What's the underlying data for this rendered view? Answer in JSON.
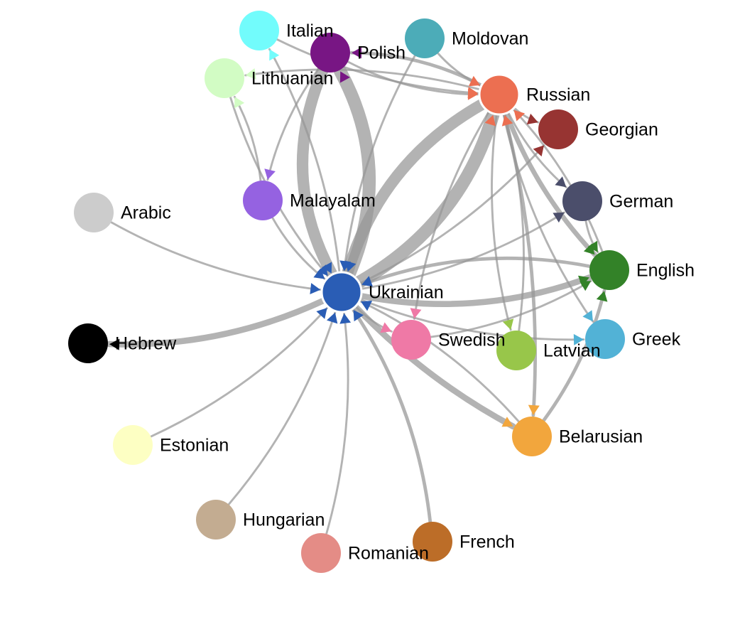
{
  "nodes": [
    {
      "id": "ukrainian",
      "label": "Ukrainian",
      "color": "#2a5db5",
      "outline": true
    },
    {
      "id": "russian",
      "label": "Russian",
      "color": "#ec6f51",
      "outline": true
    },
    {
      "id": "polish",
      "label": "Polish",
      "color": "#781684"
    },
    {
      "id": "italian",
      "label": "Italian",
      "color": "#72fcfc"
    },
    {
      "id": "lithuanian",
      "label": "Lithuanian",
      "color": "#d2fcc4"
    },
    {
      "id": "moldovan",
      "label": "Moldovan",
      "color": "#4cacb8"
    },
    {
      "id": "georgian",
      "label": "Georgian",
      "color": "#973432"
    },
    {
      "id": "german",
      "label": "German",
      "color": "#4b4e6b"
    },
    {
      "id": "english",
      "label": "English",
      "color": "#338228"
    },
    {
      "id": "greek",
      "label": "Greek",
      "color": "#52b2d6"
    },
    {
      "id": "latvian",
      "label": "Latvian",
      "color": "#98c64a"
    },
    {
      "id": "swedish",
      "label": "Swedish",
      "color": "#ef79a6"
    },
    {
      "id": "belarusian",
      "label": "Belarusian",
      "color": "#f2a63d"
    },
    {
      "id": "french",
      "label": "French",
      "color": "#bc6d28"
    },
    {
      "id": "romanian",
      "label": "Romanian",
      "color": "#e48c86"
    },
    {
      "id": "hungarian",
      "label": "Hungarian",
      "color": "#c3ac91"
    },
    {
      "id": "estonian",
      "label": "Estonian",
      "color": "#fdffc3"
    },
    {
      "id": "hebrew",
      "label": "Hebrew",
      "color": "#000000"
    },
    {
      "id": "arabic",
      "label": "Arabic",
      "color": "#cccccc"
    },
    {
      "id": "malayalam",
      "label": "Malayalam",
      "color": "#9562e1"
    }
  ],
  "edges": [
    {
      "source": "ukrainian",
      "target": "polish",
      "weight": 9
    },
    {
      "source": "polish",
      "target": "ukrainian",
      "weight": 8
    },
    {
      "source": "ukrainian",
      "target": "russian",
      "weight": 9
    },
    {
      "source": "russian",
      "target": "ukrainian",
      "weight": 8
    },
    {
      "source": "ukrainian",
      "target": "english",
      "weight": 4
    },
    {
      "source": "english",
      "target": "ukrainian",
      "weight": 2
    },
    {
      "source": "ukrainian",
      "target": "belarusian",
      "weight": 4
    },
    {
      "source": "ukrainian",
      "target": "hebrew",
      "weight": 4
    },
    {
      "source": "french",
      "target": "ukrainian",
      "weight": 2
    },
    {
      "source": "russian",
      "target": "english",
      "weight": 3
    },
    {
      "source": "russian",
      "target": "belarusian",
      "weight": 2
    },
    {
      "source": "russian",
      "target": "polish",
      "weight": 2
    },
    {
      "source": "polish",
      "target": "russian",
      "weight": 1
    },
    {
      "source": "russian",
      "target": "georgian",
      "weight": 1
    },
    {
      "source": "russian",
      "target": "german",
      "weight": 1
    },
    {
      "source": "russian",
      "target": "greek",
      "weight": 1
    },
    {
      "source": "russian",
      "target": "swedish",
      "weight": 1
    },
    {
      "source": "russian",
      "target": "lithuanian",
      "weight": 1
    },
    {
      "source": "moldovan",
      "target": "russian",
      "weight": 1
    },
    {
      "source": "moldovan",
      "target": "ukrainian",
      "weight": 1
    },
    {
      "source": "italian",
      "target": "russian",
      "weight": 1
    },
    {
      "source": "ukrainian",
      "target": "italian",
      "weight": 1
    },
    {
      "source": "polish",
      "target": "malayalam",
      "weight": 1
    },
    {
      "source": "ukrainian",
      "target": "georgian",
      "weight": 1
    },
    {
      "source": "ukrainian",
      "target": "german",
      "weight": 1
    },
    {
      "source": "ukrainian",
      "target": "greek",
      "weight": 1
    },
    {
      "source": "ukrainian",
      "target": "swedish",
      "weight": 1
    },
    {
      "source": "arabic",
      "target": "ukrainian",
      "weight": 1
    },
    {
      "source": "malayalam",
      "target": "ukrainian",
      "weight": 1
    },
    {
      "source": "lithuanian",
      "target": "ukrainian",
      "weight": 1
    },
    {
      "source": "malayalam",
      "target": "lithuanian",
      "weight": 1
    },
    {
      "source": "estonian",
      "target": "ukrainian",
      "weight": 1
    },
    {
      "source": "hungarian",
      "target": "ukrainian",
      "weight": 1
    },
    {
      "source": "romanian",
      "target": "ukrainian",
      "weight": 1
    },
    {
      "source": "belarusian",
      "target": "ukrainian",
      "weight": 1
    },
    {
      "source": "swedish",
      "target": "english",
      "weight": 1
    },
    {
      "source": "latvian",
      "target": "russian",
      "weight": 1
    },
    {
      "source": "belarusian",
      "target": "english",
      "weight": 2
    },
    {
      "source": "german",
      "target": "english",
      "weight": 1
    },
    {
      "source": "russian",
      "target": "latvian",
      "weight": 1
    },
    {
      "source": "english",
      "target": "russian",
      "weight": 1
    }
  ]
}
